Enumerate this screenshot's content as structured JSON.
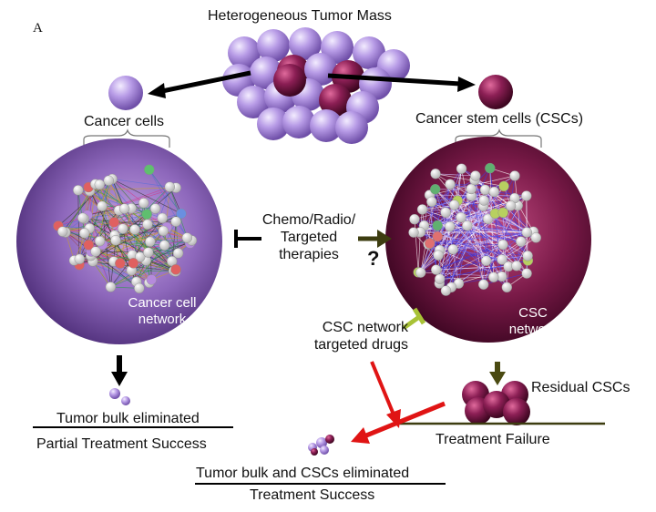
{
  "panel_label": "A",
  "title": "Heterogeneous Tumor Mass",
  "left_branch": {
    "label": "Cancer cells",
    "network_label_line1": "Cancer cell",
    "network_label_line2": "network",
    "outcome_top": "Tumor bulk eliminated",
    "outcome_bottom": "Partial Treatment Success"
  },
  "right_branch": {
    "label": "Cancer stem cells (CSCs)",
    "network_label_line1": "CSC",
    "network_label_line2": "network",
    "residual_label": "Residual CSCs",
    "failure_label": "Treatment Failure"
  },
  "therapy": {
    "line1": "Chemo/Radio/",
    "line2": "Targeted",
    "line3": "therapies",
    "question_mark": "?"
  },
  "csc_drugs": {
    "line1": "CSC network",
    "line2": "targeted drugs"
  },
  "final_outcome": {
    "top": "Tumor bulk and CSCs eliminated",
    "bottom": "Treatment Success"
  },
  "colors": {
    "cancer_cell": "#a78bd6",
    "csc": "#8a1f55",
    "network_left": "#7d5aa8",
    "network_right": "#6e1840",
    "red_arrow": "#e01414",
    "olive_arrow": "#3d3d10",
    "drug_inhibitor": "#a8c236"
  }
}
